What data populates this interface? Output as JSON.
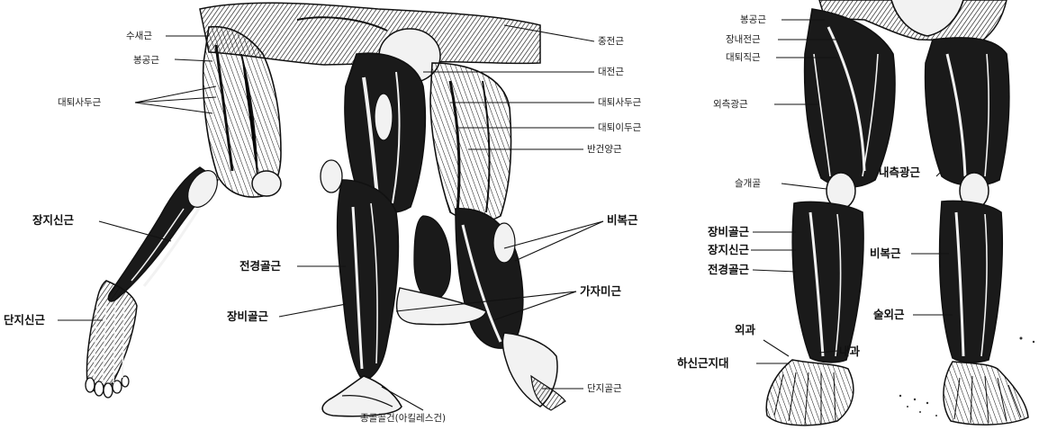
{
  "colors": {
    "ink": "#111111",
    "muscle_dark": "#1a1a1a",
    "muscle_light": "#f2f2f2",
    "paper": "#ffffff"
  },
  "labels": {
    "left_figure": {
      "sartorius_top": "수새근",
      "sartorius2": "봉공근",
      "quad": "대퇴사두근",
      "ext_dig_long": "장지신근",
      "ext_dig_brev": "단지신근",
      "glute": "중전근",
      "glute_max": "대전근",
      "quad_right": "대퇴사두근",
      "biceps_fem": "대퇴이두근",
      "semitendinosus": "반건양근",
      "gastrocnemius": "비복근",
      "tib_ant": "전경골근",
      "peroneus_long": "장비골근",
      "soleus": "가자미근",
      "ext_dig_brev_right": "단지골근",
      "achilles": "종골골건(아킬레스건)"
    },
    "right_figure": {
      "sartorius": "봉공근",
      "adductor_long": "장내전근",
      "rectus_fem": "대퇴직근",
      "vastus_lat": "외측광근",
      "vastus_med": "내측광근",
      "patella": "슬개골",
      "peroneus_long": "장비골근",
      "ext_dig_long": "장지신근",
      "tib_ant": "전경골근",
      "gastrocnemius": "비복근",
      "soleus": "술외근",
      "lat_malleolus": "외과",
      "med_malleolus": "내과",
      "inf_retinaculum": "하신근지대"
    }
  }
}
